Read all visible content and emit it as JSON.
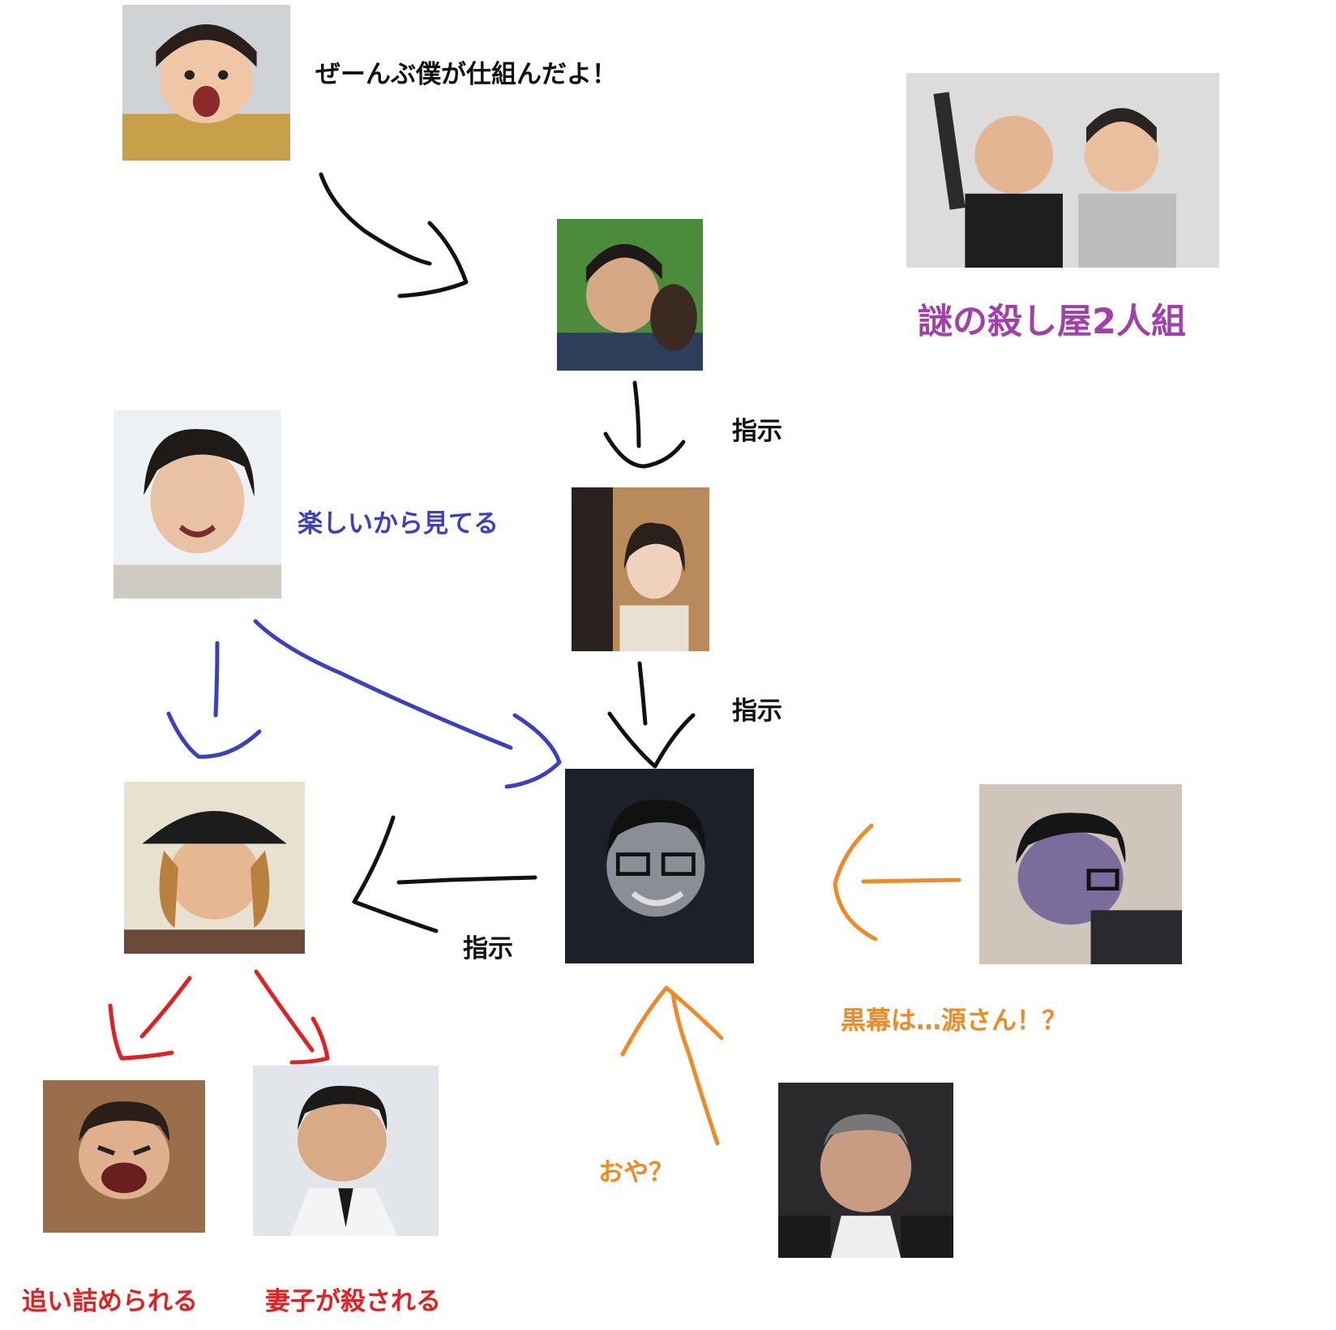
{
  "labels": {
    "kid_quote": "ぜーんぶ僕が仕組んだよ！",
    "killers": "謎の殺し屋2人組",
    "order_1": "指示",
    "watching": "楽しいから見てる",
    "order_2": "指示",
    "order_3": "指示",
    "mastermind_question": "黒幕は…源さん！？",
    "hmm": "おや？",
    "cornered": "追い詰められる",
    "family_killed": "妻子が殺される"
  },
  "colors": {
    "black": "#111111",
    "blue": "#3b3fc4",
    "red": "#e51f1f",
    "orange": "#f08a24",
    "purple": "#a040a8"
  }
}
